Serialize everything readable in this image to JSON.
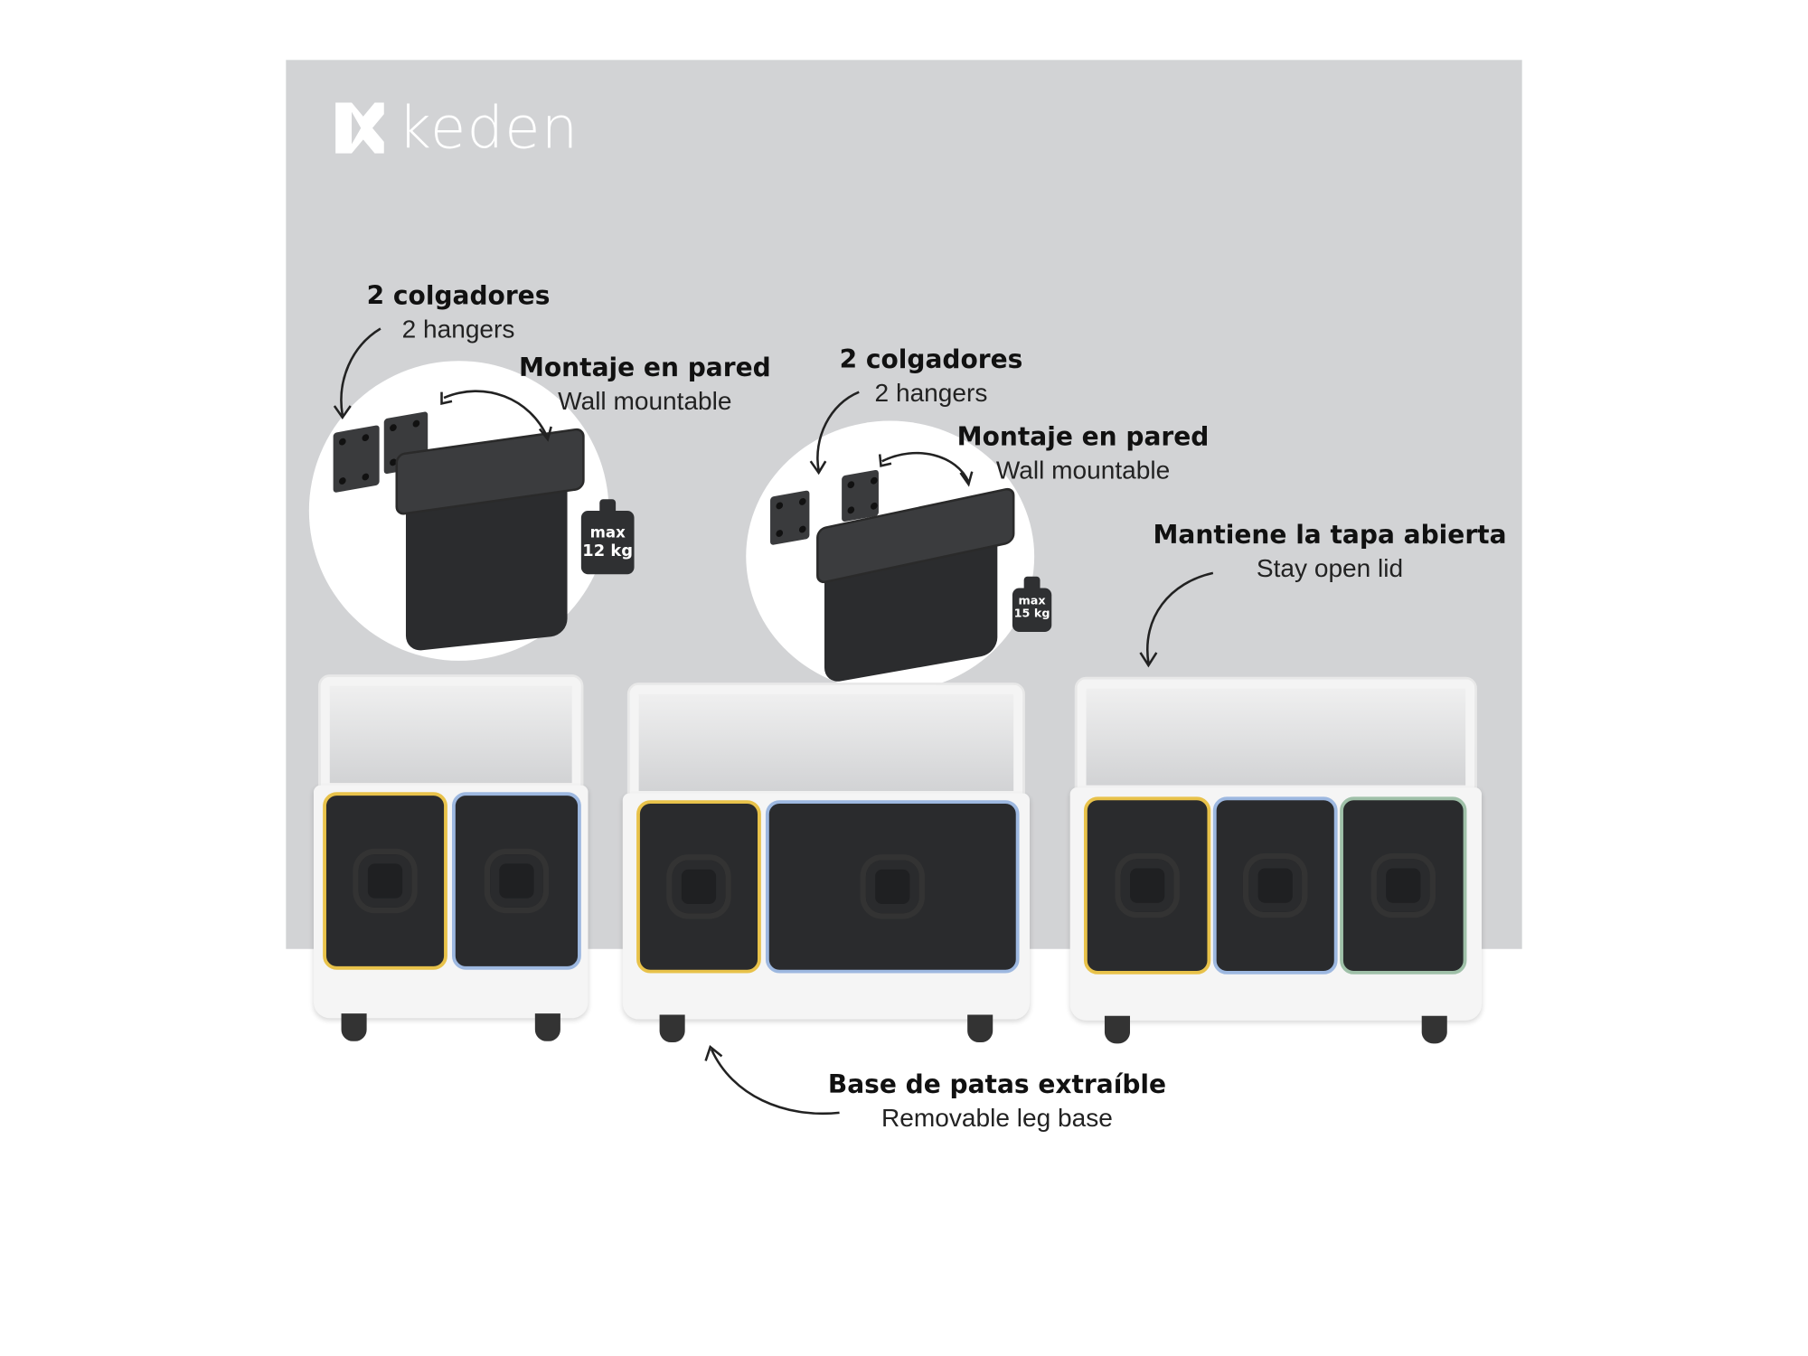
{
  "brand": {
    "name": "keden"
  },
  "labels": {
    "hangers_1": {
      "es": "2 colgadores",
      "en": "2 hangers"
    },
    "wall_1": {
      "es": "Montaje en pared",
      "en": "Wall mountable"
    },
    "hangers_2": {
      "es": "2 colgadores",
      "en": "2 hangers"
    },
    "wall_2": {
      "es": "Montaje en pared",
      "en": "Wall mountable"
    },
    "lid": {
      "es": "Mantiene la tapa abierta",
      "en": "Stay open lid"
    },
    "legs": {
      "es": "Base de patas extraíble",
      "en": "Removable leg base"
    }
  },
  "weights": [
    {
      "top": "max",
      "bottom": "12 kg"
    },
    {
      "top": "max",
      "bottom": "15 kg"
    }
  ],
  "colors": {
    "background": "#d2d3d5",
    "yellow": "#e8c24a",
    "blue": "#9db8e0",
    "green": "#9fc0a8"
  }
}
